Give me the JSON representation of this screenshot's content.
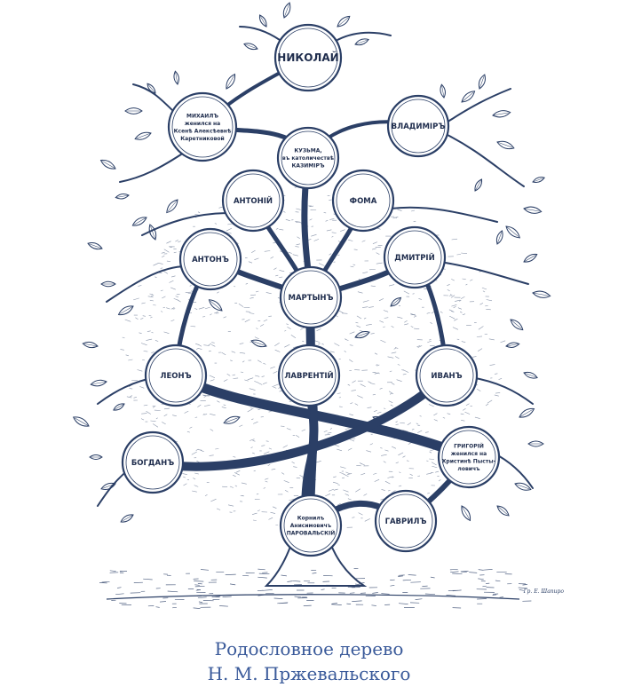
{
  "colors": {
    "ink": "#2b3f66",
    "caption": "#3a5a9a"
  },
  "nodes": [
    {
      "id": "nikolai",
      "lines": [
        "НИКОЛАЙ"
      ]
    },
    {
      "id": "mikhail",
      "lines": [
        "МИХАИЛЪ",
        "женился на",
        "Ксенѣ Алексѣевнѣ",
        "Каретниковой"
      ]
    },
    {
      "id": "vladimir",
      "lines": [
        "ВЛАДИМІРЪ"
      ]
    },
    {
      "id": "kuzma",
      "lines": [
        "КУЗЬМА,",
        "въ католичествѣ",
        "КАЗИМІРЪ"
      ]
    },
    {
      "id": "antoniy",
      "lines": [
        "АНТОНІЙ"
      ]
    },
    {
      "id": "foma",
      "lines": [
        "ФОМА"
      ]
    },
    {
      "id": "anton",
      "lines": [
        "АНТОНЪ"
      ]
    },
    {
      "id": "dmitriy",
      "lines": [
        "ДМИТРІЙ"
      ]
    },
    {
      "id": "martyn",
      "lines": [
        "МАРТЫНЪ"
      ]
    },
    {
      "id": "leon",
      "lines": [
        "ЛЕОНЪ"
      ]
    },
    {
      "id": "lavrentiy",
      "lines": [
        "ЛАВРЕНТІЙ"
      ]
    },
    {
      "id": "ivan",
      "lines": [
        "ИВАНЪ"
      ]
    },
    {
      "id": "bogdan",
      "lines": [
        "БОГДАНЪ"
      ]
    },
    {
      "id": "grigoriy",
      "lines": [
        "ГРИГОРІЙ",
        "женился на",
        "Христинѣ Пысты-",
        "ловичъ"
      ]
    },
    {
      "id": "korniliy",
      "lines": [
        "Корнилъ",
        "Анисимовичъ",
        "ПАРОВАЛЬСКІЙ"
      ]
    },
    {
      "id": "gavriil",
      "lines": [
        "ГАВРИЛЪ"
      ]
    }
  ],
  "engraver": "Гр. Е. Шапиро",
  "caption": {
    "line1": "Родословное дерево",
    "line2": "Н. М. Пржевальского"
  }
}
